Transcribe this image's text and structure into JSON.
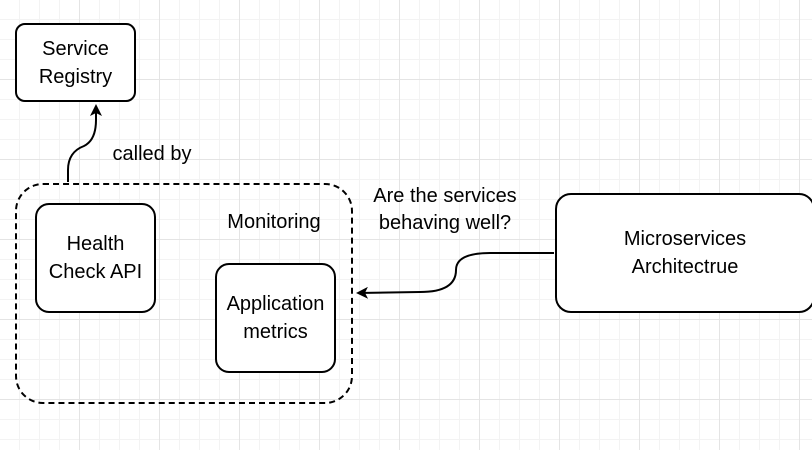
{
  "diagram": {
    "nodes": {
      "service_registry": "Service\nRegistry",
      "health_check_api": "Health\nCheck API",
      "application_metrics": "Application\nmetrics",
      "microservices_architecture": "Microservices\nArchitectrue"
    },
    "groups": {
      "monitoring": "Monitoring"
    },
    "edge_labels": {
      "called_by": "called by",
      "question": "Are the services\nbehaving well?"
    },
    "colors": {
      "stroke": "#000000",
      "fill": "#ffffff",
      "grid": "#e4e4e4"
    }
  }
}
